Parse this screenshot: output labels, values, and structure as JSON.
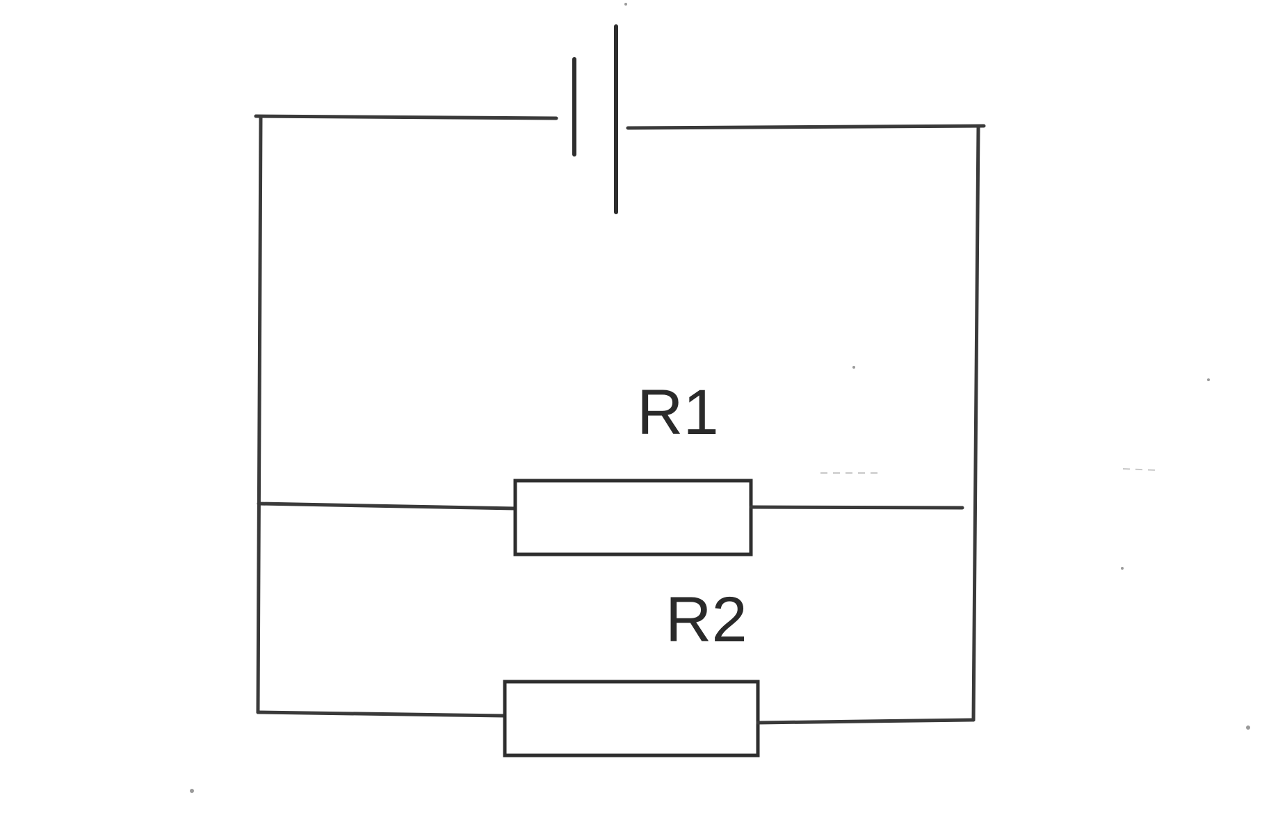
{
  "circuit": {
    "components": [
      {
        "type": "battery",
        "label": ""
      },
      {
        "type": "resistor",
        "label": "R1"
      },
      {
        "type": "resistor",
        "label": "R2"
      }
    ],
    "connection": "parallel",
    "colors": {
      "ink": "#2e2e2e",
      "background": "#ffffff"
    }
  }
}
